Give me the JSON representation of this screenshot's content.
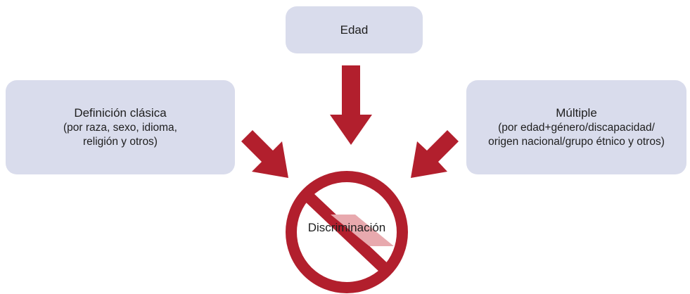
{
  "boxes": {
    "edad": {
      "title": "Edad"
    },
    "clasica": {
      "title": "Definición clásica",
      "sub_line1": "(por raza, sexo, idioma,",
      "sub_line2": "religión y otros)"
    },
    "multiple": {
      "title": "Múltiple",
      "sub_line1": "(por edad+género/discapacidad/",
      "sub_line2": "origen nacional/grupo étnico y otros)"
    }
  },
  "center": {
    "label": "Discriminación"
  },
  "colors": {
    "box_fill": "#d9dcec",
    "arrow": "#b21f2d",
    "prohibition_band": "#e8a9ae"
  },
  "icons": {
    "center": "prohibition-sign-icon",
    "arrows": [
      "arrow-down-icon",
      "arrow-diagonal-down-right-icon",
      "arrow-diagonal-down-left-icon"
    ]
  }
}
